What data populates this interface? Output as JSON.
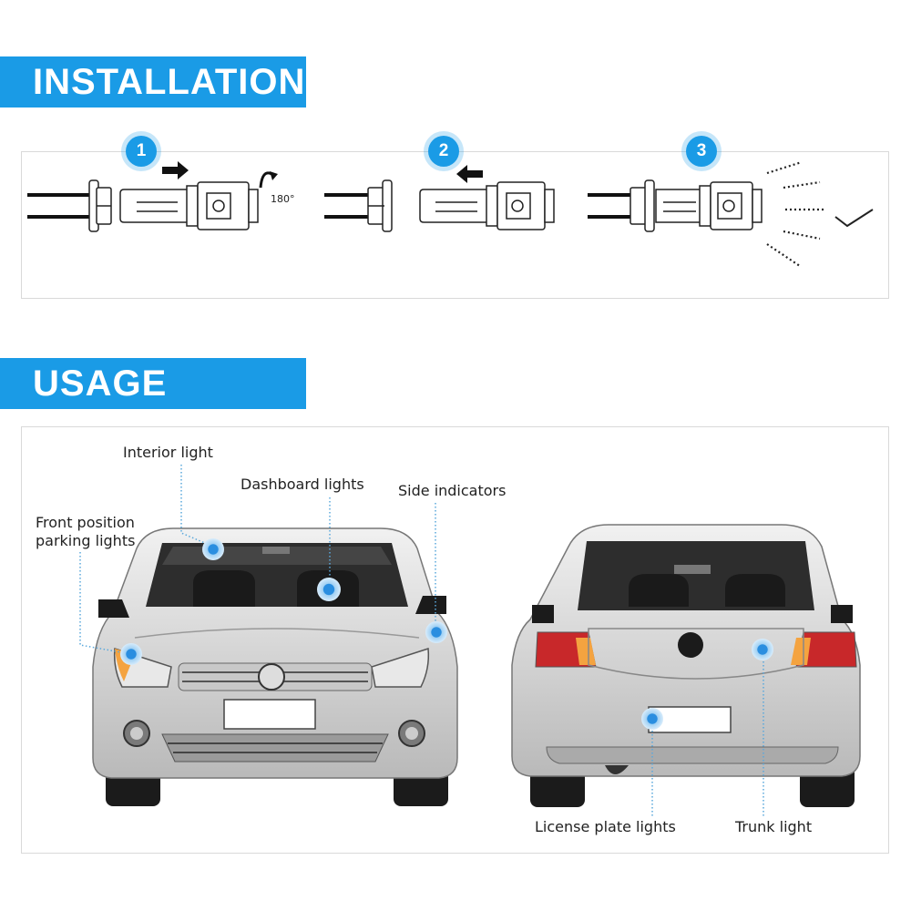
{
  "installation": {
    "title": "INSTALLATION",
    "steps": [
      {
        "number": "1",
        "rotation": "180°"
      },
      {
        "number": "2"
      },
      {
        "number": "3"
      }
    ]
  },
  "usage": {
    "title": "USAGE",
    "labels": {
      "interior": "Interior light",
      "dashboard": "Dashboard lights",
      "side": "Side indicators",
      "front": "Front position\nparking lights",
      "license": "License plate lights",
      "trunk": "Trunk light"
    }
  },
  "colors": {
    "accent": "#1a9be6",
    "marker": "#2a8ee0"
  },
  "icons": [
    "arrow-right-icon",
    "arrow-left-icon",
    "rotate-icon",
    "checkmark-icon",
    "light-rays-icon"
  ]
}
